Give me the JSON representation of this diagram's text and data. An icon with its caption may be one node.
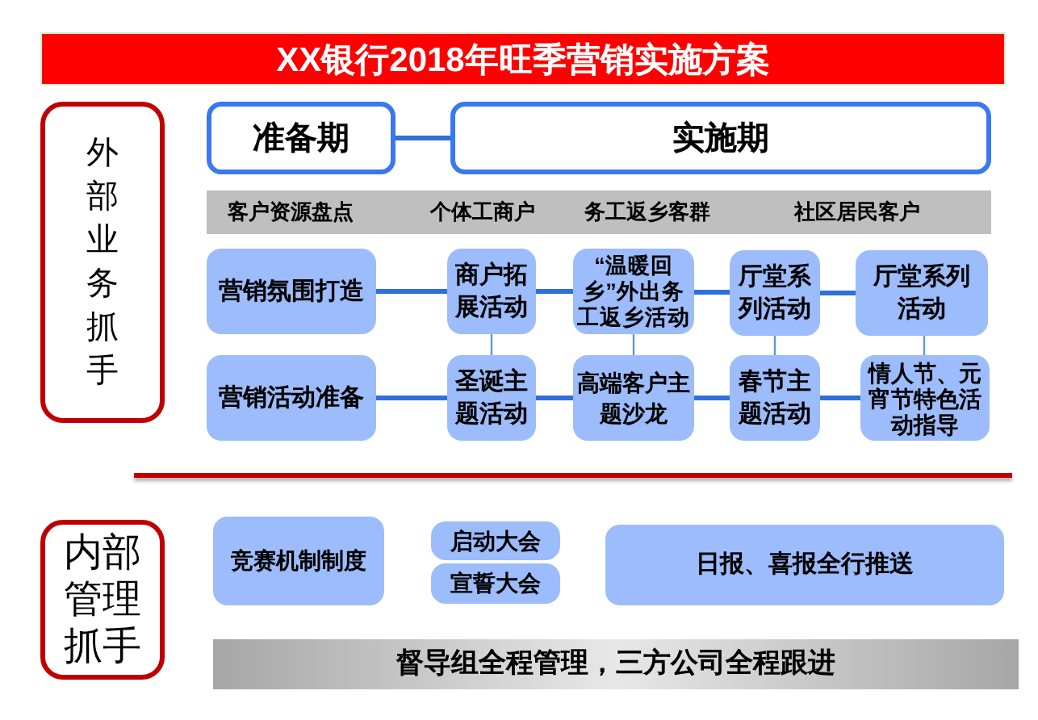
{
  "diagram": {
    "title": "XX银行2018年旺季营销实施方案",
    "nodes": [
      {
        "text": [
          "外部业务抓手"
        ]
      },
      {
        "text": [
          "准备期"
        ]
      },
      {
        "text": [
          "实施期"
        ]
      },
      {
        "text": [
          "客户资源盘点",
          "个体工商户",
          "务工返乡客群",
          "社区居民客户"
        ]
      },
      {
        "text": [
          "营销氛围打造"
        ]
      },
      {
        "text": [
          "商户拓展活动"
        ]
      },
      {
        "text": [
          "“温暖回乡”外出务工返乡活动"
        ]
      },
      {
        "text": [
          "厅堂系列活动"
        ]
      },
      {
        "text": [
          "厅堂系列活动"
        ]
      },
      {
        "text": [
          "营销活动准备"
        ]
      },
      {
        "text": [
          "圣诞主题活动"
        ]
      },
      {
        "text": [
          "高端客户主题沙龙"
        ]
      },
      {
        "text": [
          "春节主题活动"
        ]
      },
      {
        "text": [
          "情人节、元宵节特色活动指导"
        ]
      },
      {
        "text": [
          "内部管理抓手"
        ]
      },
      {
        "text": [
          "竞赛机制制度"
        ]
      },
      {
        "text": [
          "启动大会"
        ]
      },
      {
        "text": [
          "宣誓大会"
        ]
      },
      {
        "text": [
          "日报、喜报全行推送"
        ]
      },
      {
        "text": [
          "督导组全程管理，三方公司全程跟进"
        ]
      }
    ],
    "edges": [
      {
        "from": 1,
        "to": 2,
        "arrow": "none"
      },
      {
        "from": 4,
        "to": 5,
        "arrow": "none"
      },
      {
        "from": 5,
        "to": 6,
        "arrow": "none"
      },
      {
        "from": 6,
        "to": 7,
        "arrow": "none"
      },
      {
        "from": 7,
        "to": 8,
        "arrow": "none"
      },
      {
        "from": 9,
        "to": 10,
        "arrow": "none"
      },
      {
        "from": 10,
        "to": 11,
        "arrow": "none"
      },
      {
        "from": 11,
        "to": 12,
        "arrow": "none"
      },
      {
        "from": 12,
        "to": 13,
        "arrow": "none"
      },
      {
        "from": 5,
        "to": 10,
        "arrow": "none",
        "color": "#5b9bd5"
      },
      {
        "from": 6,
        "to": 11,
        "arrow": "none",
        "color": "#5b9bd5"
      },
      {
        "from": 7,
        "to": 12,
        "arrow": "none",
        "color": "#5b9bd5"
      },
      {
        "from": 8,
        "to": 13,
        "arrow": "none",
        "color": "#5b9bd5"
      }
    ]
  }
}
